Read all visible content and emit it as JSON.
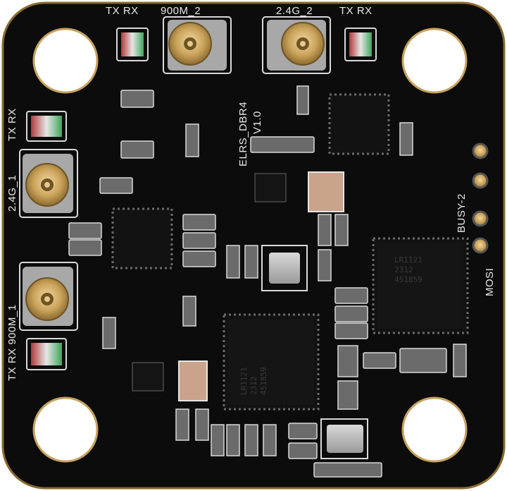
{
  "silkscreen": {
    "top_left_ledlabel": "TX RX",
    "top_left_antenna": "900M_2",
    "top_right_antenna": "2.4G_2",
    "top_right_ledlabel": "TX RX",
    "left_upper_ledlabel": "TX RX",
    "left_upper_antenna": "2.4G_1",
    "left_lower_combined": "TX RX  900M_1",
    "board_name": "ELRS_DBR4",
    "board_version": "V1.0",
    "pad_busy": "BUSY-2",
    "pad_mosi": "MOSI"
  },
  "chip_markings": {
    "chip_right": [
      "LR1121",
      "2312",
      "451859"
    ],
    "chip_center": [
      "LR1121",
      "2312",
      "451859"
    ]
  },
  "colors": {
    "pcb": "#0c0c0c",
    "silk": "#e8e8e8",
    "gold": "#c9a25a",
    "chip": "#121212"
  }
}
